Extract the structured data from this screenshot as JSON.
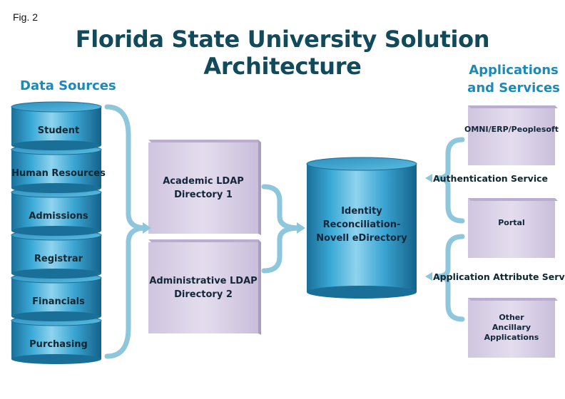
{
  "fig_label": "Fig. 2",
  "title": "Florida State University Solution Architecture",
  "data_sources": {
    "heading": "Data Sources",
    "items": [
      "Student",
      "Human Resources",
      "Admissions",
      "Registrar",
      "Financials",
      "Purchasing"
    ]
  },
  "ldap": {
    "academic": [
      "Academic LDAP",
      "Directory 1"
    ],
    "administrative": [
      "Administrative LDAP",
      "Directory 2"
    ]
  },
  "identity": [
    "Identity Reconciliation-",
    "Novell eDirectory"
  ],
  "applications": {
    "heading": [
      "Applications",
      "and Services"
    ],
    "boxes": [
      [
        "OMNI/ERP/Peoplesoft"
      ],
      [
        "Portal"
      ],
      [
        "Other",
        "Ancillary Applications"
      ]
    ],
    "services": [
      "Authentication Service",
      "Application Attribute Service"
    ]
  },
  "colors": {
    "title": "#114a5a",
    "heading": "#1b8ab8",
    "cylinder": "#2a9ccc",
    "bracket": "#8ec6dc",
    "box": "#d8d0e4"
  }
}
